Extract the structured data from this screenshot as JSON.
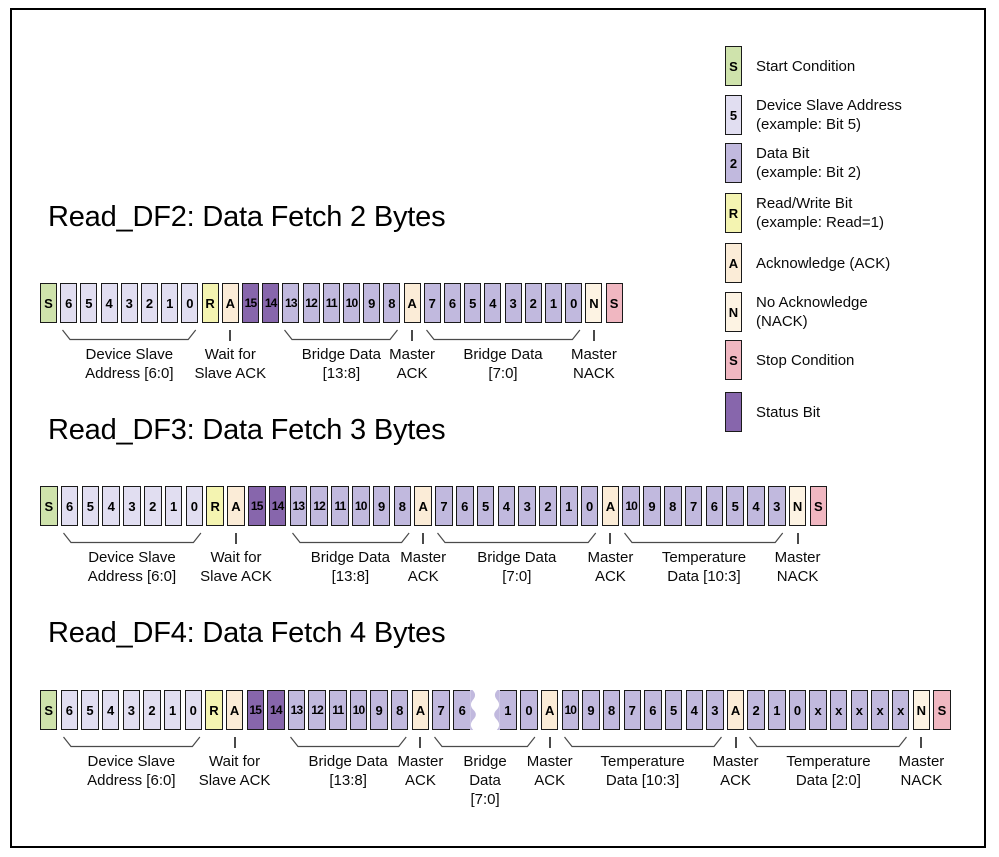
{
  "colors": {
    "start": "#cfe3ac",
    "addr": "#e1def1",
    "data": "#c1b9de",
    "rw": "#f4f4b1",
    "ack": "#fbecd7",
    "nack": "#fdf3e3",
    "stop": "#f0b7c1",
    "status": "#8766ac"
  },
  "legend": {
    "items": [
      {
        "symbol": "S",
        "kind": "start",
        "lines": [
          "Start Condition"
        ]
      },
      {
        "symbol": "5",
        "kind": "addr",
        "lines": [
          "Device Slave Address",
          "(example: Bit 5)"
        ]
      },
      {
        "symbol": "2",
        "kind": "data",
        "lines": [
          "Data Bit",
          "(example: Bit 2)"
        ]
      },
      {
        "symbol": "R",
        "kind": "rw",
        "lines": [
          "Read/Write Bit",
          "(example: Read=1)"
        ]
      },
      {
        "symbol": "A",
        "kind": "ack",
        "lines": [
          "Acknowledge (ACK)"
        ]
      },
      {
        "symbol": "N",
        "kind": "nack",
        "lines": [
          "No Acknowledge",
          "(NACK)"
        ]
      },
      {
        "symbol": "S",
        "kind": "stop",
        "lines": [
          "Stop Condition"
        ]
      },
      {
        "symbol": "",
        "kind": "status",
        "lines": [
          "Status Bit"
        ]
      }
    ]
  },
  "sections": [
    {
      "title": "Read_DF2: Data Fetch 2 Bytes",
      "cells": [
        {
          "t": "S",
          "k": "start"
        },
        {
          "t": "6",
          "k": "addr"
        },
        {
          "t": "5",
          "k": "addr"
        },
        {
          "t": "4",
          "k": "addr"
        },
        {
          "t": "3",
          "k": "addr"
        },
        {
          "t": "2",
          "k": "addr"
        },
        {
          "t": "1",
          "k": "addr"
        },
        {
          "t": "0",
          "k": "addr"
        },
        {
          "t": "R",
          "k": "rw"
        },
        {
          "t": "A",
          "k": "ack"
        },
        {
          "t": "15",
          "k": "status"
        },
        {
          "t": "14",
          "k": "status"
        },
        {
          "t": "13",
          "k": "data"
        },
        {
          "t": "12",
          "k": "data"
        },
        {
          "t": "11",
          "k": "data"
        },
        {
          "t": "10",
          "k": "data"
        },
        {
          "t": "9",
          "k": "data"
        },
        {
          "t": "8",
          "k": "data"
        },
        {
          "t": "A",
          "k": "ack"
        },
        {
          "t": "7",
          "k": "data"
        },
        {
          "t": "6",
          "k": "data"
        },
        {
          "t": "5",
          "k": "data"
        },
        {
          "t": "4",
          "k": "data"
        },
        {
          "t": "3",
          "k": "data"
        },
        {
          "t": "2",
          "k": "data"
        },
        {
          "t": "1",
          "k": "data"
        },
        {
          "t": "0",
          "k": "data"
        },
        {
          "t": "N",
          "k": "nack"
        },
        {
          "t": "S",
          "k": "stop"
        }
      ],
      "groups": [
        {
          "kind": "brace",
          "from": 1,
          "to": 7,
          "lines": [
            "Device Slave",
            "Address [6:0]"
          ]
        },
        {
          "kind": "tick",
          "at": 9,
          "lines": [
            "Wait for",
            "Slave ACK"
          ]
        },
        {
          "kind": "brace",
          "from": 12,
          "to": 17,
          "lines": [
            "Bridge Data",
            "[13:8]"
          ]
        },
        {
          "kind": "tick",
          "at": 18,
          "lines": [
            "Master",
            "ACK"
          ]
        },
        {
          "kind": "brace",
          "from": 19,
          "to": 26,
          "lines": [
            "Bridge Data",
            "[7:0]"
          ]
        },
        {
          "kind": "tick",
          "at": 27,
          "lines": [
            "Master",
            "NACK"
          ]
        }
      ]
    },
    {
      "title": "Read_DF3: Data Fetch 3 Bytes",
      "cells": [
        {
          "t": "S",
          "k": "start"
        },
        {
          "t": "6",
          "k": "addr"
        },
        {
          "t": "5",
          "k": "addr"
        },
        {
          "t": "4",
          "k": "addr"
        },
        {
          "t": "3",
          "k": "addr"
        },
        {
          "t": "2",
          "k": "addr"
        },
        {
          "t": "1",
          "k": "addr"
        },
        {
          "t": "0",
          "k": "addr"
        },
        {
          "t": "R",
          "k": "rw"
        },
        {
          "t": "A",
          "k": "ack"
        },
        {
          "t": "15",
          "k": "status"
        },
        {
          "t": "14",
          "k": "status"
        },
        {
          "t": "13",
          "k": "data"
        },
        {
          "t": "12",
          "k": "data"
        },
        {
          "t": "11",
          "k": "data"
        },
        {
          "t": "10",
          "k": "data"
        },
        {
          "t": "9",
          "k": "data"
        },
        {
          "t": "8",
          "k": "data"
        },
        {
          "t": "A",
          "k": "ack"
        },
        {
          "t": "7",
          "k": "data"
        },
        {
          "t": "6",
          "k": "data"
        },
        {
          "t": "5",
          "k": "data"
        },
        {
          "t": "4",
          "k": "data"
        },
        {
          "t": "3",
          "k": "data"
        },
        {
          "t": "2",
          "k": "data"
        },
        {
          "t": "1",
          "k": "data"
        },
        {
          "t": "0",
          "k": "data"
        },
        {
          "t": "A",
          "k": "ack"
        },
        {
          "t": "10",
          "k": "data"
        },
        {
          "t": "9",
          "k": "data"
        },
        {
          "t": "8",
          "k": "data"
        },
        {
          "t": "7",
          "k": "data"
        },
        {
          "t": "6",
          "k": "data"
        },
        {
          "t": "5",
          "k": "data"
        },
        {
          "t": "4",
          "k": "data"
        },
        {
          "t": "3",
          "k": "data"
        },
        {
          "t": "N",
          "k": "nack"
        },
        {
          "t": "S",
          "k": "stop"
        }
      ],
      "groups": [
        {
          "kind": "brace",
          "from": 1,
          "to": 7,
          "lines": [
            "Device Slave",
            "Address [6:0]"
          ]
        },
        {
          "kind": "tick",
          "at": 9,
          "lines": [
            "Wait for",
            "Slave ACK"
          ]
        },
        {
          "kind": "brace",
          "from": 12,
          "to": 17,
          "lines": [
            "Bridge Data",
            "[13:8]"
          ]
        },
        {
          "kind": "tick",
          "at": 18,
          "lines": [
            "Master",
            "ACK"
          ]
        },
        {
          "kind": "brace",
          "from": 19,
          "to": 26,
          "lines": [
            "Bridge Data",
            "[7:0]"
          ]
        },
        {
          "kind": "tick",
          "at": 27,
          "lines": [
            "Master",
            "ACK"
          ]
        },
        {
          "kind": "brace",
          "from": 28,
          "to": 35,
          "lines": [
            "Temperature",
            "Data [10:3]"
          ]
        },
        {
          "kind": "tick",
          "at": 36,
          "lines": [
            "Master",
            "NACK"
          ]
        }
      ]
    },
    {
      "title": "Read_DF4: Data Fetch 4 Bytes",
      "break_after": 20,
      "cells": [
        {
          "t": "S",
          "k": "start"
        },
        {
          "t": "6",
          "k": "addr"
        },
        {
          "t": "5",
          "k": "addr"
        },
        {
          "t": "4",
          "k": "addr"
        },
        {
          "t": "3",
          "k": "addr"
        },
        {
          "t": "2",
          "k": "addr"
        },
        {
          "t": "1",
          "k": "addr"
        },
        {
          "t": "0",
          "k": "addr"
        },
        {
          "t": "R",
          "k": "rw"
        },
        {
          "t": "A",
          "k": "ack"
        },
        {
          "t": "15",
          "k": "status"
        },
        {
          "t": "14",
          "k": "status"
        },
        {
          "t": "13",
          "k": "data"
        },
        {
          "t": "12",
          "k": "data"
        },
        {
          "t": "11",
          "k": "data"
        },
        {
          "t": "10",
          "k": "data"
        },
        {
          "t": "9",
          "k": "data"
        },
        {
          "t": "8",
          "k": "data"
        },
        {
          "t": "A",
          "k": "ack"
        },
        {
          "t": "7",
          "k": "data"
        },
        {
          "t": "6",
          "k": "data"
        },
        {
          "t": "1",
          "k": "data"
        },
        {
          "t": "0",
          "k": "data"
        },
        {
          "t": "A",
          "k": "ack"
        },
        {
          "t": "10",
          "k": "data"
        },
        {
          "t": "9",
          "k": "data"
        },
        {
          "t": "8",
          "k": "data"
        },
        {
          "t": "7",
          "k": "data"
        },
        {
          "t": "6",
          "k": "data"
        },
        {
          "t": "5",
          "k": "data"
        },
        {
          "t": "4",
          "k": "data"
        },
        {
          "t": "3",
          "k": "data"
        },
        {
          "t": "A",
          "k": "ack"
        },
        {
          "t": "2",
          "k": "data"
        },
        {
          "t": "1",
          "k": "data"
        },
        {
          "t": "0",
          "k": "data"
        },
        {
          "t": "x",
          "k": "data"
        },
        {
          "t": "x",
          "k": "data"
        },
        {
          "t": "x",
          "k": "data"
        },
        {
          "t": "x",
          "k": "data"
        },
        {
          "t": "x",
          "k": "data"
        },
        {
          "t": "N",
          "k": "nack"
        },
        {
          "t": "S",
          "k": "stop"
        }
      ],
      "groups": [
        {
          "kind": "brace",
          "from": 1,
          "to": 7,
          "lines": [
            "Device Slave",
            "Address [6:0]"
          ]
        },
        {
          "kind": "tick",
          "at": 9,
          "lines": [
            "Wait for",
            "Slave ACK"
          ]
        },
        {
          "kind": "brace",
          "from": 12,
          "to": 17,
          "lines": [
            "Bridge Data",
            "[13:8]"
          ]
        },
        {
          "kind": "tick",
          "at": 18,
          "lines": [
            "Master",
            "ACK"
          ]
        },
        {
          "kind": "brace",
          "from": 19,
          "to": 22,
          "lines": [
            "Bridge",
            "Data",
            "[7:0]"
          ]
        },
        {
          "kind": "tick",
          "at": 23,
          "lines": [
            "Master",
            "ACK"
          ]
        },
        {
          "kind": "brace",
          "from": 24,
          "to": 31,
          "lines": [
            "Temperature",
            "Data [10:3]"
          ]
        },
        {
          "kind": "tick",
          "at": 32,
          "lines": [
            "Master",
            "ACK"
          ]
        },
        {
          "kind": "brace",
          "from": 33,
          "to": 40,
          "lines": [
            "Temperature",
            "Data [2:0]"
          ]
        },
        {
          "kind": "tick",
          "at": 41,
          "lines": [
            "Master",
            "NACK"
          ]
        }
      ]
    }
  ]
}
